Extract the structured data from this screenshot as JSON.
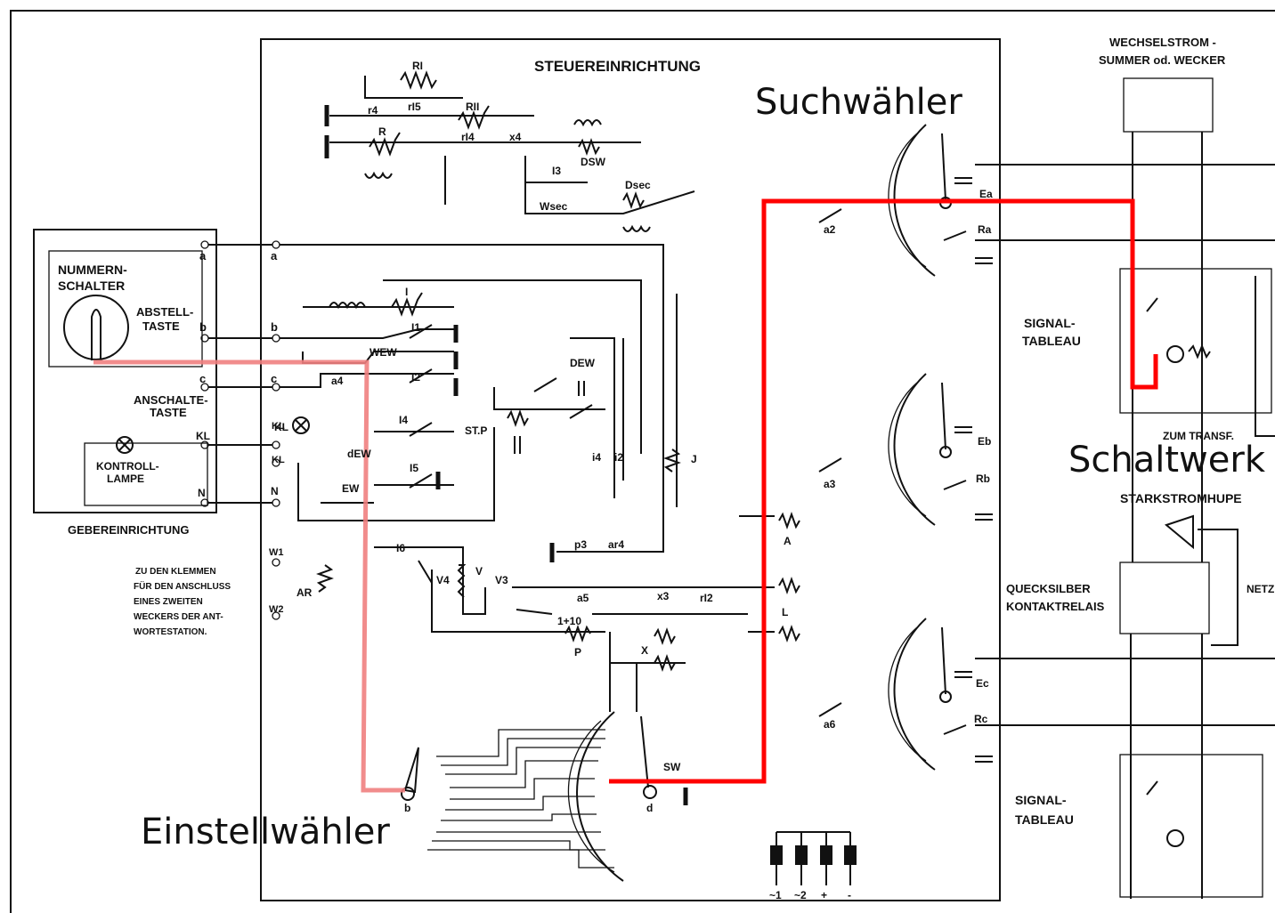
{
  "highlight_colors": {
    "red_path": "#ff0000",
    "pink_path": "#f08080"
  },
  "labels": {
    "steuereinrichtung": "STEUEREINRICHTUNG",
    "suchwaehler": "Suchwähler",
    "schaltwerk": "Schaltwerk",
    "einstellwaehler": "Einstellwähler",
    "gebereinrichtung": "GEBEREINRICHTUNG",
    "nummernschalter": [
      "NUMMERN-",
      "SCHALTER"
    ],
    "abstelltaste": [
      "ABSTELL-",
      "TASTE"
    ],
    "anschaltetaste": [
      "ANSCHALTE-",
      "TASTE"
    ],
    "kontrolllampe": [
      "KONTROLL-",
      "LAMPE"
    ],
    "wechselstrom": [
      "WECHSELSTROM -",
      "SUMMER od. WECKER"
    ],
    "signal_tableau": [
      "SIGNAL-",
      "TABLEAU"
    ],
    "zum_transf": "ZUM TRANSF.",
    "starkstromhupe": "STARKSTROMHUPE",
    "quecksilber": [
      "QUECKSILBER",
      "KONTAKTRELAIS"
    ],
    "netz": "NETZ",
    "anschluss_note": [
      "ZU DEN KLEMMEN",
      "FÜR DEN ANSCHLUSS",
      "EINES ZWEITEN",
      "WECKERS DER ANT-",
      "WORTESTATION."
    ],
    "terminals_left": [
      "a",
      "b",
      "c",
      "KL",
      "N"
    ],
    "terminals_mid": [
      "a",
      "b",
      "c",
      "KL",
      "KL",
      "N",
      "W1",
      "W2"
    ],
    "components": [
      "RI",
      "RII",
      "r4",
      "rI5",
      "R",
      "rI4",
      "x4",
      "DSW",
      "I3",
      "Dsec",
      "Wsec",
      "I",
      "I1",
      "I2",
      "I4",
      "I5",
      "I6",
      "WEW",
      "DEW",
      "ST.P",
      "J",
      "KL",
      "a4",
      "dEW",
      "EW",
      "AR",
      "V",
      "V4",
      "V3",
      "P",
      "X",
      "x3",
      "rI2",
      "a5",
      "p3",
      "ar4",
      "A",
      "L",
      "SW",
      "Ea",
      "Eb",
      "Ec",
      "Ra",
      "Rb",
      "Rc",
      "a2",
      "a3",
      "a6",
      "i4",
      "i2",
      "1+10",
      "b",
      "d"
    ],
    "bottom_labels": [
      "~1",
      "~2",
      "+",
      "-"
    ]
  }
}
